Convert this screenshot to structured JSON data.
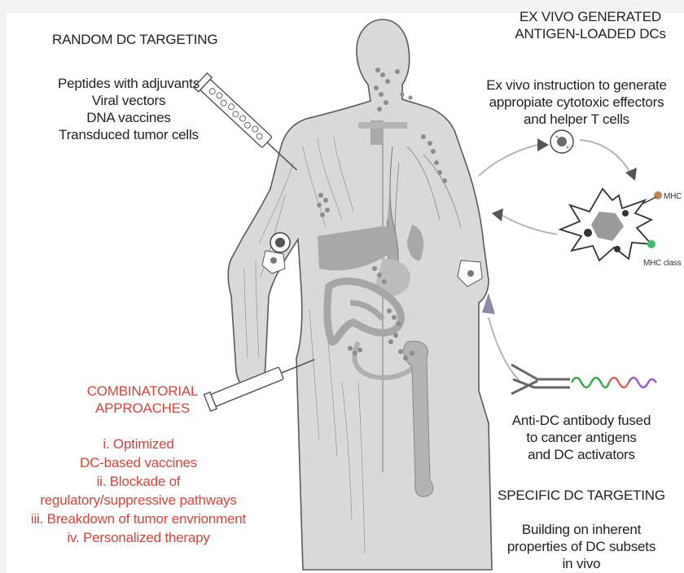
{
  "random_targeting": {
    "heading": "RANDOM DC TARGETING",
    "items": [
      "Peptides with adjuvants",
      "Viral vectors",
      "DNA vaccines",
      "Transduced tumor cells"
    ]
  },
  "ex_vivo": {
    "heading_lines": [
      "EX VIVO GENERATED",
      "ANTIGEN-LOADED DCs"
    ],
    "description_lines": [
      "Ex vivo instruction to generate",
      "appropiate cytotoxic effectors",
      "and helper T cells"
    ],
    "mhc_label_1": "MHC class",
    "mhc_label_2": "MHC class"
  },
  "combinatorial": {
    "heading_lines": [
      "COMBINATORIAL",
      "APPROACHES"
    ],
    "items": [
      "i. Optimized",
      "DC-based vaccines",
      "ii. Blockade of",
      "regulatory/suppressive pathways",
      "iii. Breakdown of tumor envrionment",
      "iv. Personalized therapy"
    ]
  },
  "specific_targeting": {
    "antibody_lines": [
      "Anti-DC antibody fused",
      "to cancer antigens",
      "and DC activators"
    ],
    "heading": "SPECIFIC DC TARGETING",
    "description_lines": [
      "Building on inherent",
      "properties of DC subsets",
      "in vivo"
    ]
  },
  "colors": {
    "accent_red": "#d9453a",
    "body_fill": "#d9d9d9",
    "organ_fill": "#9e9e9e",
    "ink": "#222222"
  }
}
